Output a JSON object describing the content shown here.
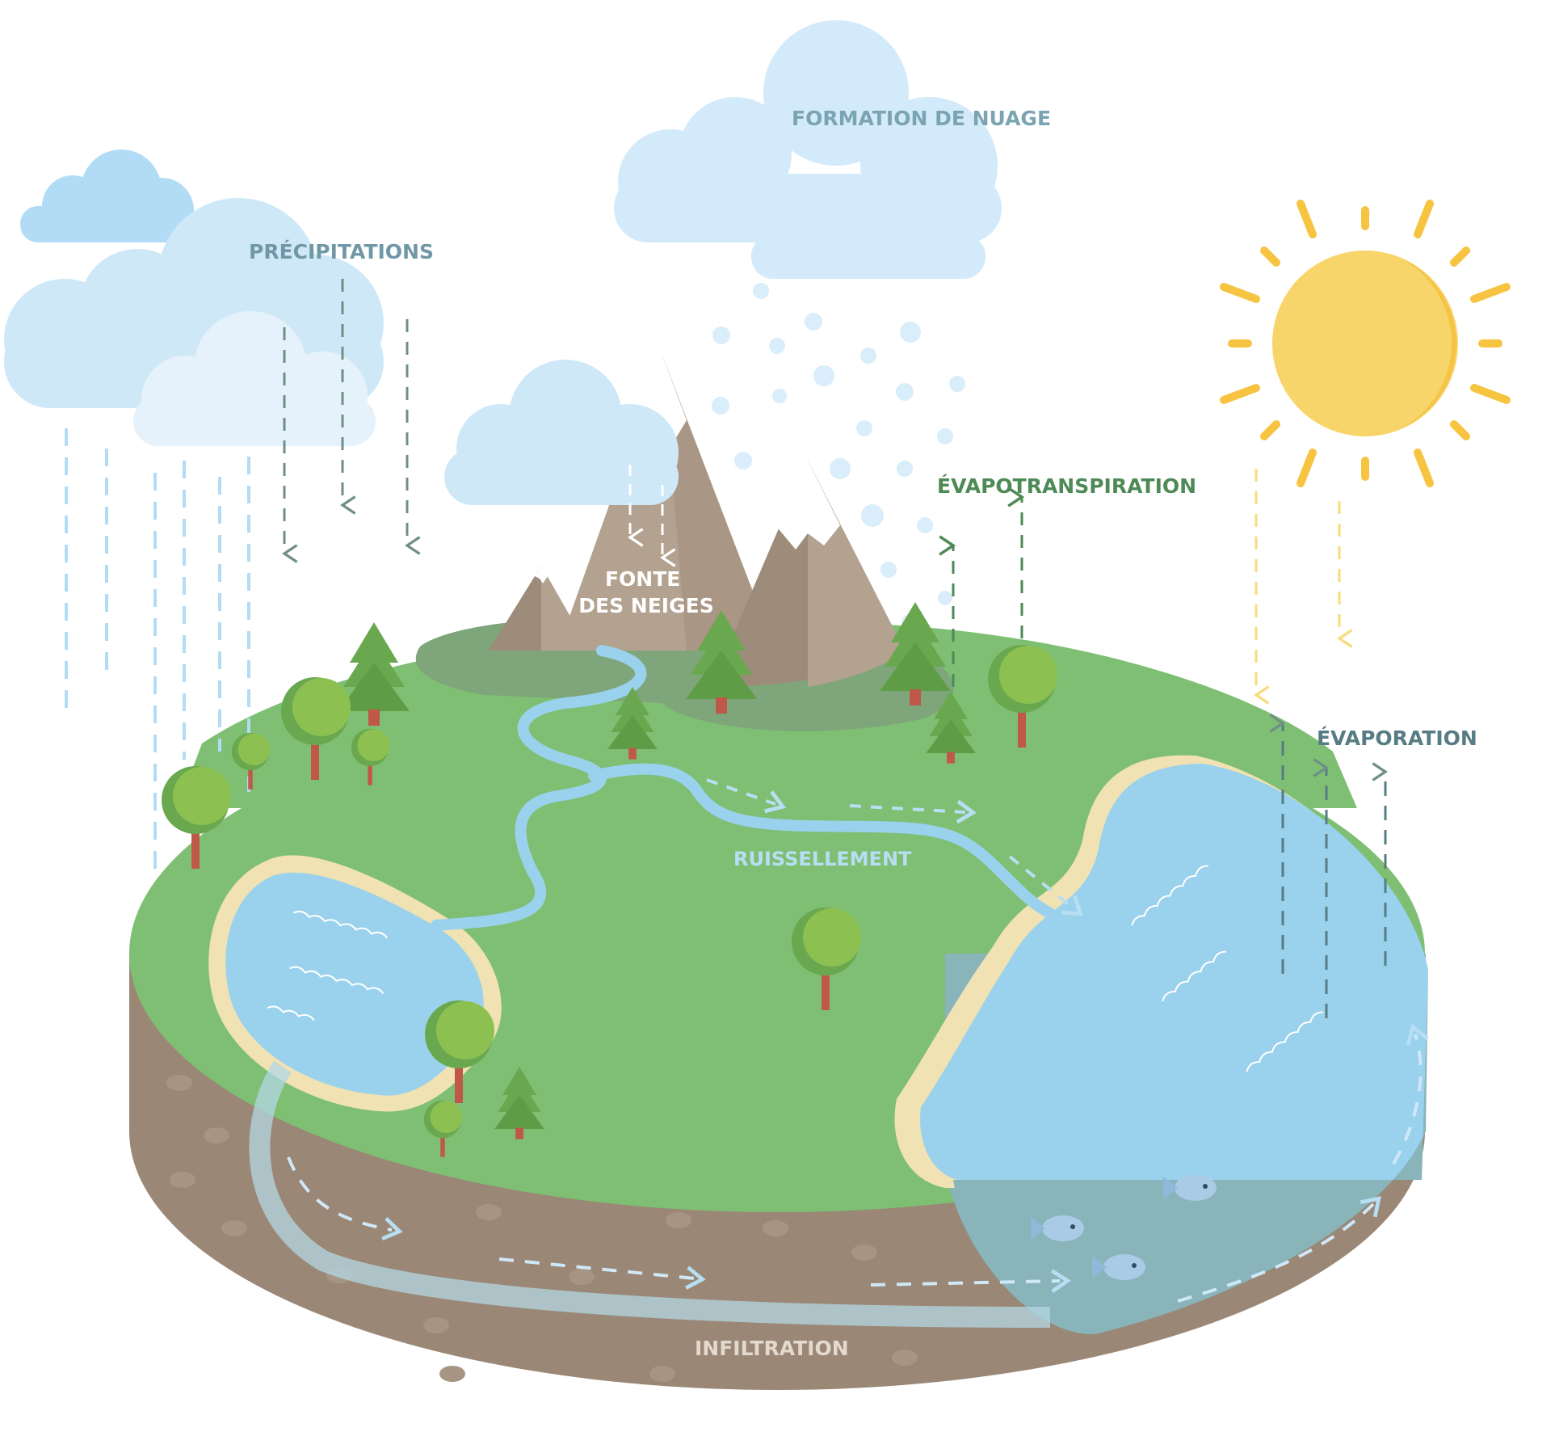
{
  "labels": {
    "precipitations": "PRÉCIPITATIONS",
    "formation_de_nuage": "FORMATION DE NUAGE",
    "fonte_line1": "FONTE",
    "fonte_line2": "DES NEIGES",
    "evapotranspiration": "ÉVAPOTRANSPIRATION",
    "evaporation": "ÉVAPORATION",
    "ruissellement": "RUISSELLEMENT",
    "infiltration": "INFILTRATION"
  },
  "colors": {
    "grass": "#7fbf73",
    "soil": "#9a8776",
    "water": "#9ad1ec",
    "sand": "#f0e2b2",
    "cloud": "#cfe8f8",
    "sun": "#f8d56b",
    "mountain": "#b3a28f",
    "label_blue": "#6f97a6",
    "label_green": "#4e8a56",
    "label_light": "#b7def3"
  }
}
